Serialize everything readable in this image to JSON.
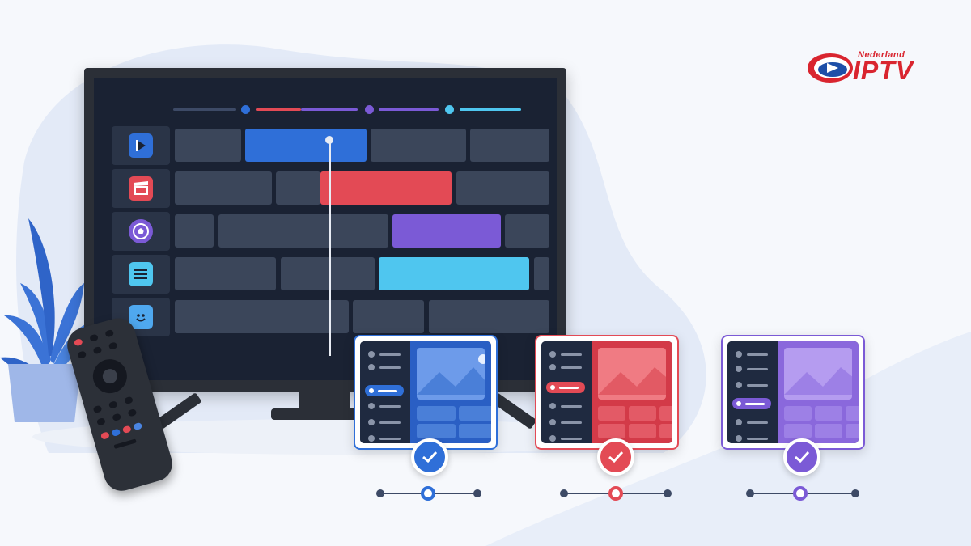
{
  "logo": {
    "brand_small": "Nederland",
    "brand_large": "IPTV"
  },
  "colors": {
    "blue": "#2f6fd8",
    "red": "#e34a55",
    "purple": "#7b5ad6",
    "cyan": "#4fc6ef",
    "dark": "#1f2a40"
  },
  "tv": {
    "channels": [
      "play-icon",
      "clapperboard-icon",
      "soccer-ball-icon",
      "list-icon",
      "smiley-icon"
    ]
  },
  "themes": [
    {
      "name": "blue",
      "selected": true
    },
    {
      "name": "red",
      "selected": true
    },
    {
      "name": "purple",
      "selected": true
    }
  ]
}
